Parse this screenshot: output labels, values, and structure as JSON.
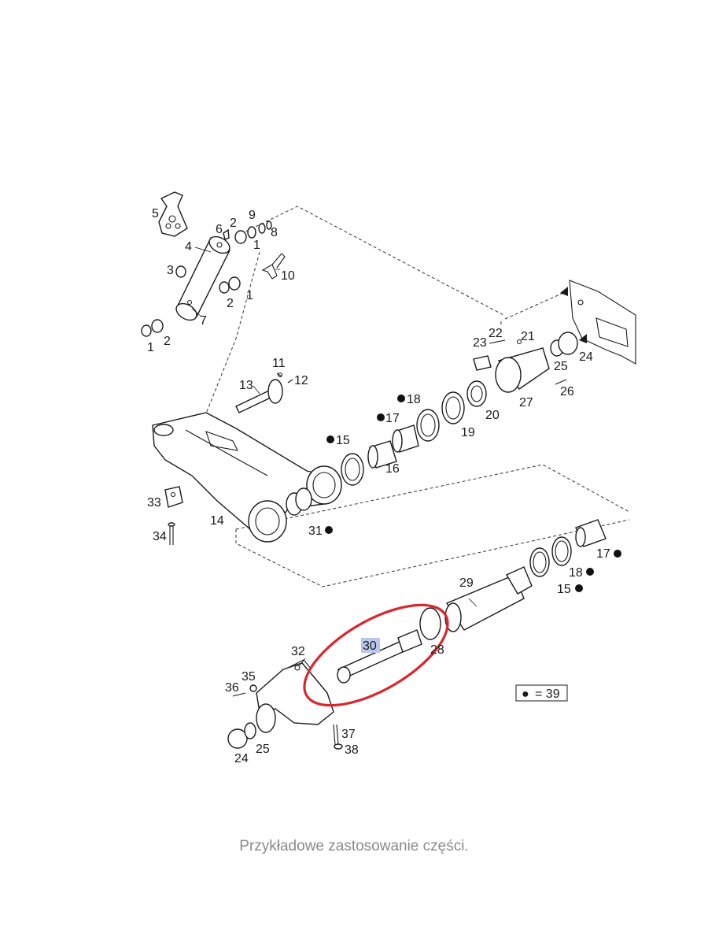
{
  "caption": "Przykładowe zastosowanie części.",
  "highlight_color": "#d9272e",
  "legend": {
    "symbol": "●",
    "text": "= 39"
  },
  "labels": {
    "p1a": "1",
    "p1b": "1",
    "p1c": "1",
    "p2a": "2",
    "p2b": "2",
    "p2c": "2",
    "p3": "3",
    "p4": "4",
    "p5": "5",
    "p6": "6",
    "p7": "7",
    "p8": "8",
    "p9": "9",
    "p10": "10",
    "p11": "11",
    "p12": "12",
    "p13": "13",
    "p14": "14",
    "p15a": "15",
    "p15b": "15",
    "p16": "16",
    "p17a": "17",
    "p17b": "17",
    "p18a": "18",
    "p18b": "18",
    "p19": "19",
    "p20": "20",
    "p21": "21",
    "p22": "22",
    "p23": "23",
    "p24a": "24",
    "p24b": "24",
    "p25a": "25",
    "p25b": "25",
    "p26": "26",
    "p27": "27",
    "p28": "28",
    "p29": "29",
    "p30": "30",
    "p31": "31",
    "p32": "32",
    "p33": "33",
    "p34": "34",
    "p35": "35",
    "p36": "36",
    "p37": "37",
    "p38": "38"
  }
}
